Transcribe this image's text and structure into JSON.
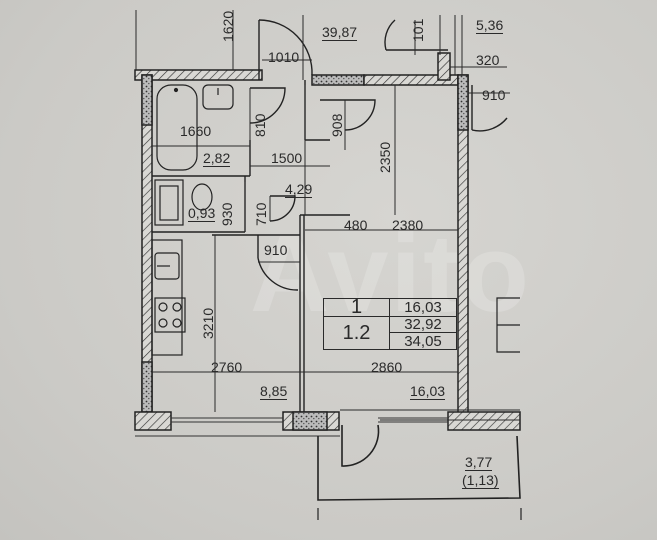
{
  "plan": {
    "watermark": "Avito",
    "dimensions_mm": {
      "top_1620": "1620",
      "top_1010": "1010",
      "top_101": "101",
      "top_320": "320",
      "right_910": "910",
      "bath_1660": "1660",
      "bath_810": "810",
      "corridor_908": "908",
      "corridor_1500": "1500",
      "room_2350": "2350",
      "wc_930": "930",
      "wc_710": "710",
      "hall_480": "480",
      "room_2380": "2380",
      "kitchen_910": "910",
      "kitchen_3210": "3210",
      "kitchen_2760": "2760",
      "room_2860": "2860"
    },
    "areas_m2": {
      "neighbor_top": "39,87",
      "neighbor_top_right": "5,36",
      "bathroom": "2,82",
      "corridor": "4,29",
      "wc": "0,93",
      "kitchen": "8,85",
      "living_room": "16,03",
      "balcony": "3,77",
      "balcony_reduced": "(1,13)"
    },
    "summary_table": {
      "rooms": "1",
      "type": "1.2",
      "living_area": "16,03",
      "total_area": "32,92",
      "total_with_balcony": "34,05"
    }
  }
}
